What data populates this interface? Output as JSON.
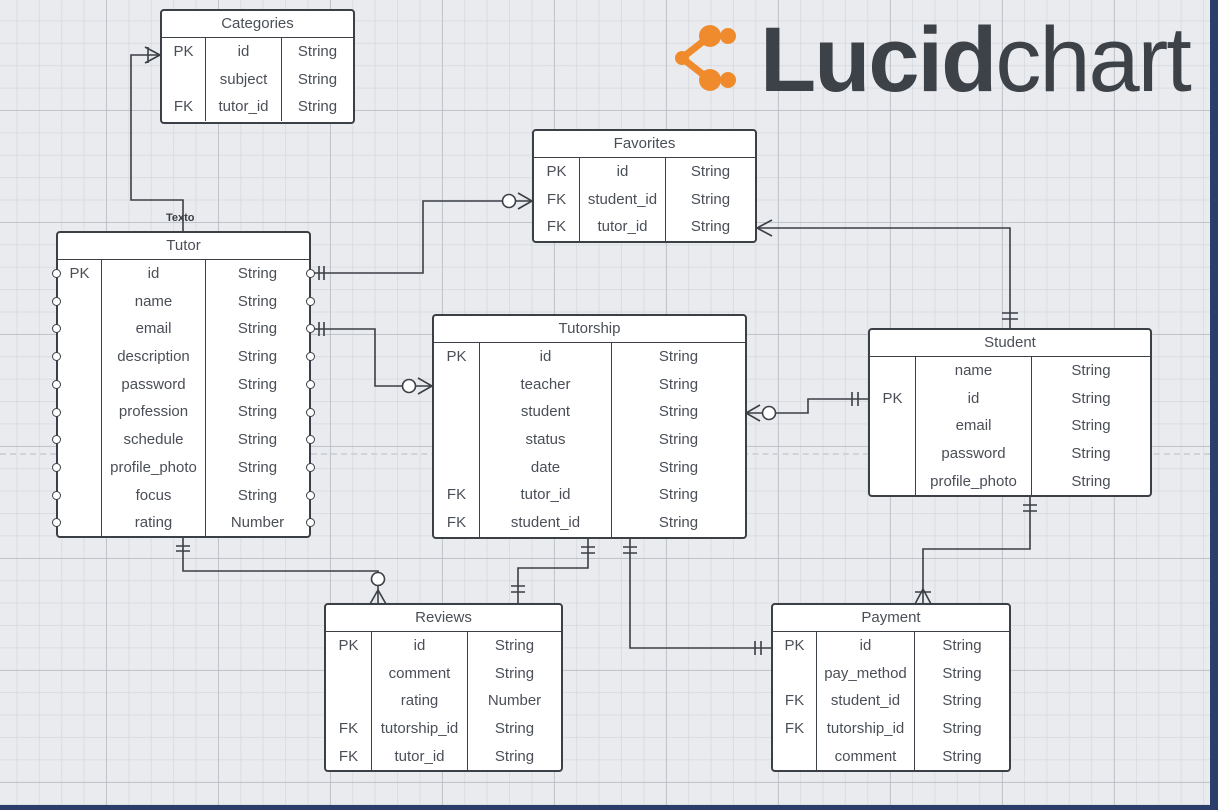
{
  "logo": {
    "brand_bold": "Lucid",
    "brand_light": "chart",
    "mark_color": "#f08b2d"
  },
  "label_texto": "Texto",
  "entities": {
    "categories": {
      "title": "Categories",
      "rows": [
        {
          "key": "PK",
          "name": "id",
          "type": "String"
        },
        {
          "key": "",
          "name": "subject",
          "type": "String"
        },
        {
          "key": "FK",
          "name": "tutor_id",
          "type": "String"
        }
      ]
    },
    "favorites": {
      "title": "Favorites",
      "rows": [
        {
          "key": "PK",
          "name": "id",
          "type": "String"
        },
        {
          "key": "FK",
          "name": "student_id",
          "type": "String"
        },
        {
          "key": "FK",
          "name": "tutor_id",
          "type": "String"
        }
      ]
    },
    "tutor": {
      "title": "Tutor",
      "rows": [
        {
          "key": "PK",
          "name": "id",
          "type": "String"
        },
        {
          "key": "",
          "name": "name",
          "type": "String"
        },
        {
          "key": "",
          "name": "email",
          "type": "String"
        },
        {
          "key": "",
          "name": "description",
          "type": "String"
        },
        {
          "key": "",
          "name": "password",
          "type": "String"
        },
        {
          "key": "",
          "name": "profession",
          "type": "String"
        },
        {
          "key": "",
          "name": "schedule",
          "type": "String"
        },
        {
          "key": "",
          "name": "profile_photo",
          "type": "String"
        },
        {
          "key": "",
          "name": "focus",
          "type": "String"
        },
        {
          "key": "",
          "name": "rating",
          "type": "Number"
        }
      ]
    },
    "tutorship": {
      "title": "Tutorship",
      "rows": [
        {
          "key": "PK",
          "name": "id",
          "type": "String"
        },
        {
          "key": "",
          "name": "teacher",
          "type": "String"
        },
        {
          "key": "",
          "name": "student",
          "type": "String"
        },
        {
          "key": "",
          "name": "status",
          "type": "String"
        },
        {
          "key": "",
          "name": "date",
          "type": "String"
        },
        {
          "key": "FK",
          "name": "tutor_id",
          "type": "String"
        },
        {
          "key": "FK",
          "name": "student_id",
          "type": "String"
        }
      ]
    },
    "student": {
      "title": "Student",
      "rows": [
        {
          "key": "",
          "name": "name",
          "type": "String"
        },
        {
          "key": "PK",
          "name": "id",
          "type": "String"
        },
        {
          "key": "",
          "name": "email",
          "type": "String"
        },
        {
          "key": "",
          "name": "password",
          "type": "String"
        },
        {
          "key": "",
          "name": "profile_photo",
          "type": "String"
        }
      ]
    },
    "reviews": {
      "title": "Reviews",
      "rows": [
        {
          "key": "PK",
          "name": "id",
          "type": "String"
        },
        {
          "key": "",
          "name": "comment",
          "type": "String"
        },
        {
          "key": "",
          "name": "rating",
          "type": "Number"
        },
        {
          "key": "FK",
          "name": "tutorship_id",
          "type": "String"
        },
        {
          "key": "FK",
          "name": "tutor_id",
          "type": "String"
        }
      ]
    },
    "payment": {
      "title": "Payment",
      "rows": [
        {
          "key": "PK",
          "name": "id",
          "type": "String"
        },
        {
          "key": "",
          "name": "pay_method",
          "type": "String"
        },
        {
          "key": "FK",
          "name": "student_id",
          "type": "String"
        },
        {
          "key": "FK",
          "name": "tutorship_id",
          "type": "String"
        },
        {
          "key": "",
          "name": "comment",
          "type": "String"
        }
      ]
    }
  }
}
